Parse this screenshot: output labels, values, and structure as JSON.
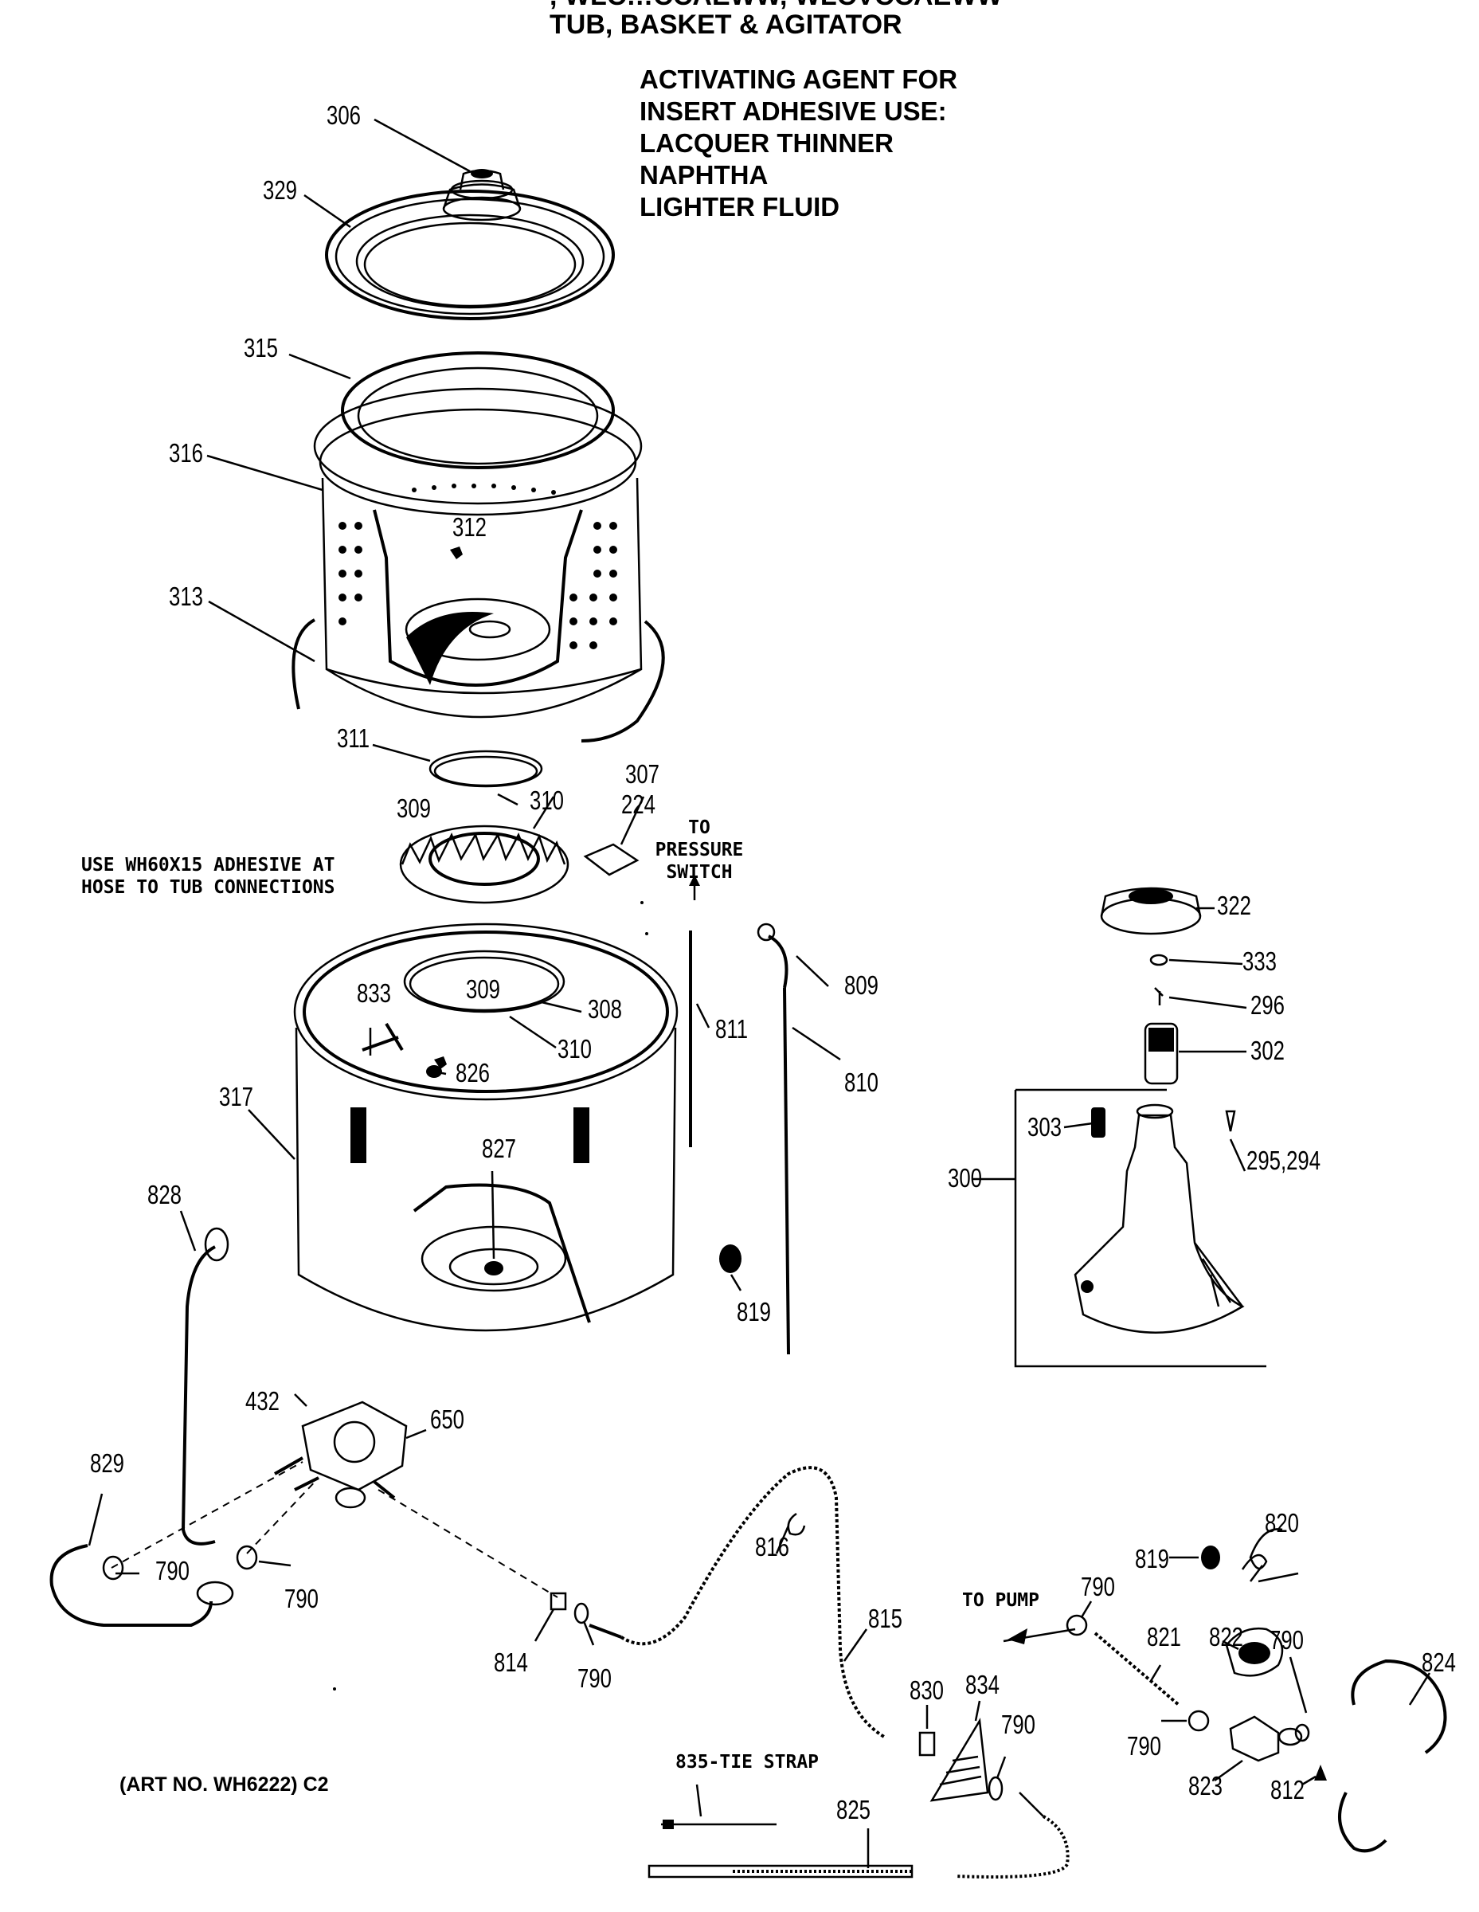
{
  "header": {
    "partial_title": ", WLC…CCAEWW, WLCVCCAEWW",
    "title": "TUB, BASKET & AGITATOR"
  },
  "adhesive_note": {
    "lines": [
      "ACTIVATING AGENT FOR",
      "INSERT ADHESIVE USE:",
      "LACQUER THINNER",
      "NAPHTHA",
      "LIGHTER FLUID"
    ]
  },
  "hose_note": {
    "lines": [
      "USE WH60X15 ADHESIVE AT",
      "HOSE TO TUB CONNECTIONS"
    ]
  },
  "pressure_note": {
    "lines": [
      "TO",
      "PRESSURE",
      "SWITCH"
    ]
  },
  "pump_note": "TO PUMP",
  "tie_strap_label": "835-TIE STRAP",
  "art_number": "(ART NO. WH6222) C2",
  "part_labels": {
    "p306": "306",
    "p329": "329",
    "p315": "315",
    "p316": "316",
    "p312": "312",
    "p313": "313",
    "p311": "311",
    "p309a": "309",
    "p310a": "310",
    "p307": "307",
    "p224": "224",
    "p833": "833",
    "p309b": "309",
    "p308": "308",
    "p310b": "310",
    "p826": "826",
    "p811": "811",
    "p809": "809",
    "p810": "810",
    "p317": "317",
    "p827": "827",
    "p828": "828",
    "p819a": "819",
    "p432": "432",
    "p650": "650",
    "p829": "829",
    "p790a": "790",
    "p790b": "790",
    "p814": "814",
    "p790c": "790",
    "p816": "816",
    "p815": "815",
    "p830": "830",
    "p834": "834",
    "p790d": "790",
    "p825": "825",
    "p322": "322",
    "p333": "333",
    "p296": "296",
    "p302": "302",
    "p303": "303",
    "p300": "300",
    "p295": "295,294",
    "p820": "820",
    "p819b": "819",
    "p790e": "790",
    "p821": "821",
    "p822": "822",
    "p790f": "790",
    "p824": "824",
    "p790g": "790",
    "p823": "823",
    "p812": "812"
  }
}
